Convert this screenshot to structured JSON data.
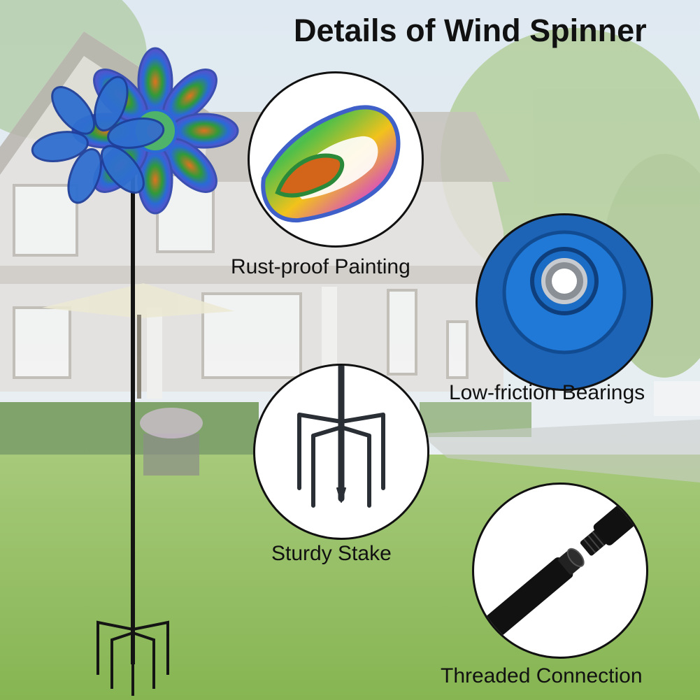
{
  "heading": "Details of Wind Spinner",
  "features": [
    {
      "label": "Rust-proof Painting",
      "icon": "peacock-feather-closeup"
    },
    {
      "label": "Low-friction Bearings",
      "icon": "bearing-closeup"
    },
    {
      "label": "Sturdy Stake",
      "icon": "stake-closeup"
    },
    {
      "label": "Threaded Connection",
      "icon": "pole-joint-closeup"
    }
  ],
  "colors": {
    "sky": "#cfe0ee",
    "house": "#d9d6d2",
    "lawn": "#8fbb5a",
    "bearing_blue": "#1a6cc4",
    "pole": "#111111",
    "text": "#111111"
  }
}
